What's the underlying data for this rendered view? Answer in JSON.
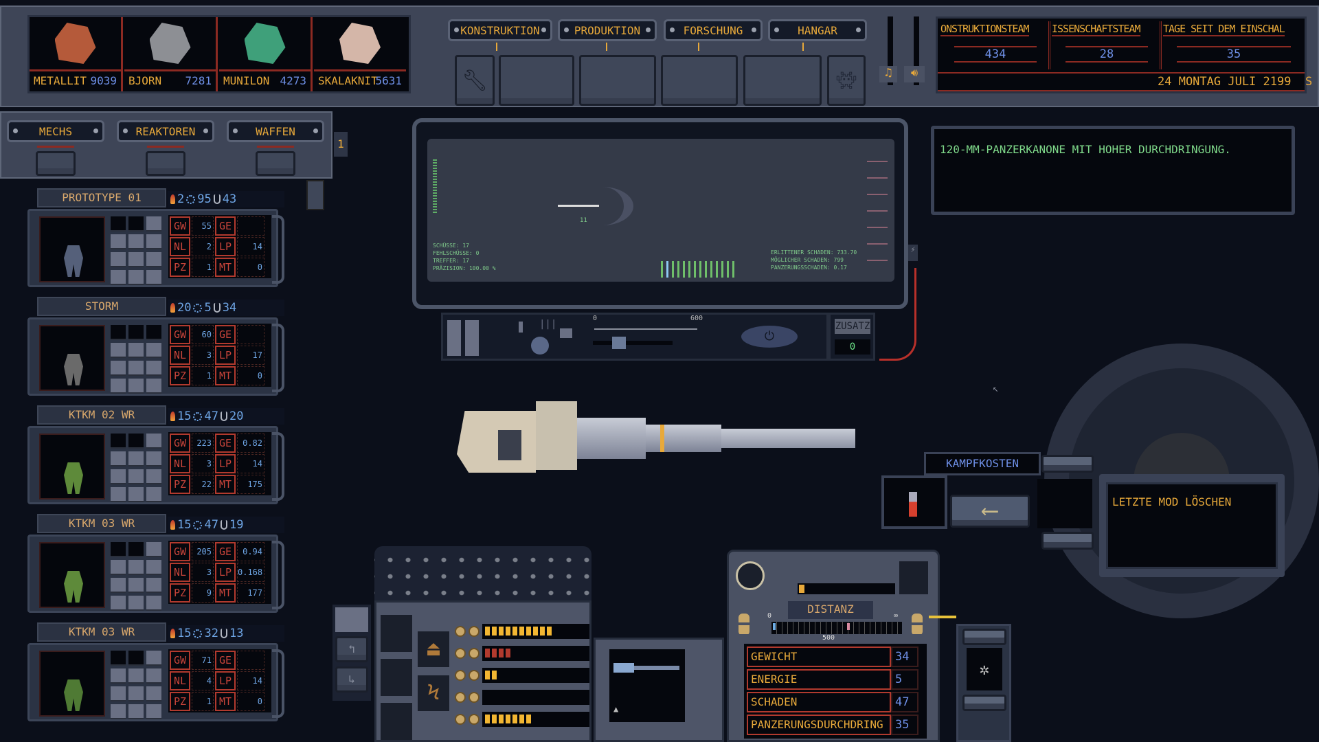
{
  "resources": [
    {
      "name": "METALLIT",
      "value": "9039",
      "color": "#b55a3a"
    },
    {
      "name": "BJORN",
      "value": "7281",
      "color": "#8d8f94"
    },
    {
      "name": "MUNILON",
      "value": "4273",
      "color": "#3fa07a"
    },
    {
      "name": "SKALAKNIT",
      "value": "5631",
      "color": "#d4b6a8"
    }
  ],
  "top_tabs": [
    "KONSTRUKTION",
    "PRODUKTION",
    "FORSCHUNG",
    "HANGAR"
  ],
  "audio": {
    "music_icon": "music-note-icon",
    "volume_icon": "speaker-icon"
  },
  "team_stats": [
    {
      "label": "ONSTRUKTIONSTEAM",
      "value": "434"
    },
    {
      "label": "ISSENSCHAFTSTEAM",
      "value": "28"
    },
    {
      "label": "TAGE SEIT DEM EINSCHAL",
      "value": "35"
    }
  ],
  "date": "24 MONTAG JULI 2199",
  "date_suffix": "S",
  "category_tabs": [
    "MECHS",
    "REAKTOREN",
    "WAFFEN"
  ],
  "side_counter": "1",
  "mechs": [
    {
      "name": "PROTOTYPE 01",
      "heat": "2",
      "energy": "95",
      "weight": "43",
      "color": "#55607a",
      "filled": 10,
      "stats": {
        "GW": "55",
        "GE": "",
        "NL": "2",
        "LP": "14",
        "PZ": "1",
        "MT": "0"
      }
    },
    {
      "name": "STORM",
      "heat": "20",
      "energy": "5",
      "weight": "34",
      "color": "#6a6a6a",
      "filled": 9,
      "stats": {
        "GW": "60",
        "GE": "",
        "NL": "3",
        "LP": "17",
        "PZ": "1",
        "MT": "0"
      }
    },
    {
      "name": "KTKM 02 WR",
      "heat": "15",
      "energy": "47",
      "weight": "20",
      "color": "#5e8a3a",
      "filled": 10,
      "stats": {
        "GW": "223",
        "GE": "0.82",
        "NL": "3",
        "LP": "14",
        "PZ": "22",
        "MT": "175"
      }
    },
    {
      "name": "KTKM 03 WR",
      "heat": "15",
      "energy": "47",
      "weight": "19",
      "color": "#5e8a3a",
      "filled": 10,
      "stats": {
        "GW": "205",
        "GE": "0.94",
        "NL": "3",
        "LP": "0.168",
        "PZ": "9",
        "MT": "177"
      }
    },
    {
      "name": "KTKM 03 WR",
      "heat": "15",
      "energy": "32",
      "weight": "13",
      "color": "#4f7a34",
      "filled": 10,
      "stats": {
        "GW": "71",
        "GE": "",
        "NL": "4",
        "LP": "14",
        "PZ": "1",
        "MT": "0"
      }
    }
  ],
  "monitor": {
    "hit_counter": "11",
    "left_stats": [
      "SCHÜSSE: 17",
      "FEHLSCHÜSSE: 0",
      "TREFFER: 17",
      "PRÄZISION: 100.00 %"
    ],
    "right_stats": [
      "ERLITTENER SCHADEN: 733.70",
      "MÖGLICHER SCHADEN: 799",
      "PANZERUNGSSCHADEN: 0.17"
    ],
    "ammo_total": 14,
    "ammo_highlight_index": 1
  },
  "controls": {
    "range_min": "0",
    "range_max": "600",
    "zusatz_label": "ZUSATZ",
    "zusatz_value": "0"
  },
  "description": "120-MM-PANZERKANONE MIT HOHER DURCHDRINGUNG.",
  "kampfkosten": "KAMPFKOSTEN",
  "delete_mod": "LETZTE MOD LÖSCHEN",
  "distanz": {
    "label": "DISTANZ",
    "min": "0",
    "max": "∞",
    "value": "500"
  },
  "weapon_stats": [
    {
      "label": "GEWICHT",
      "value": "34"
    },
    {
      "label": "ENERGIE",
      "value": "5"
    },
    {
      "label": "SCHADEN",
      "value": "47"
    },
    {
      "label": "PANZERUNGSDURCHDRING",
      "value": "35"
    }
  ],
  "module_bars": [
    {
      "filled": 10,
      "color": "#f2b632"
    },
    {
      "filled": 4,
      "color": "#b23a2e"
    },
    {
      "filled": 2,
      "color": "#f2b632"
    },
    {
      "filled": 0,
      "color": "#f2b632"
    },
    {
      "filled": 7,
      "color": "#f2b632"
    }
  ]
}
